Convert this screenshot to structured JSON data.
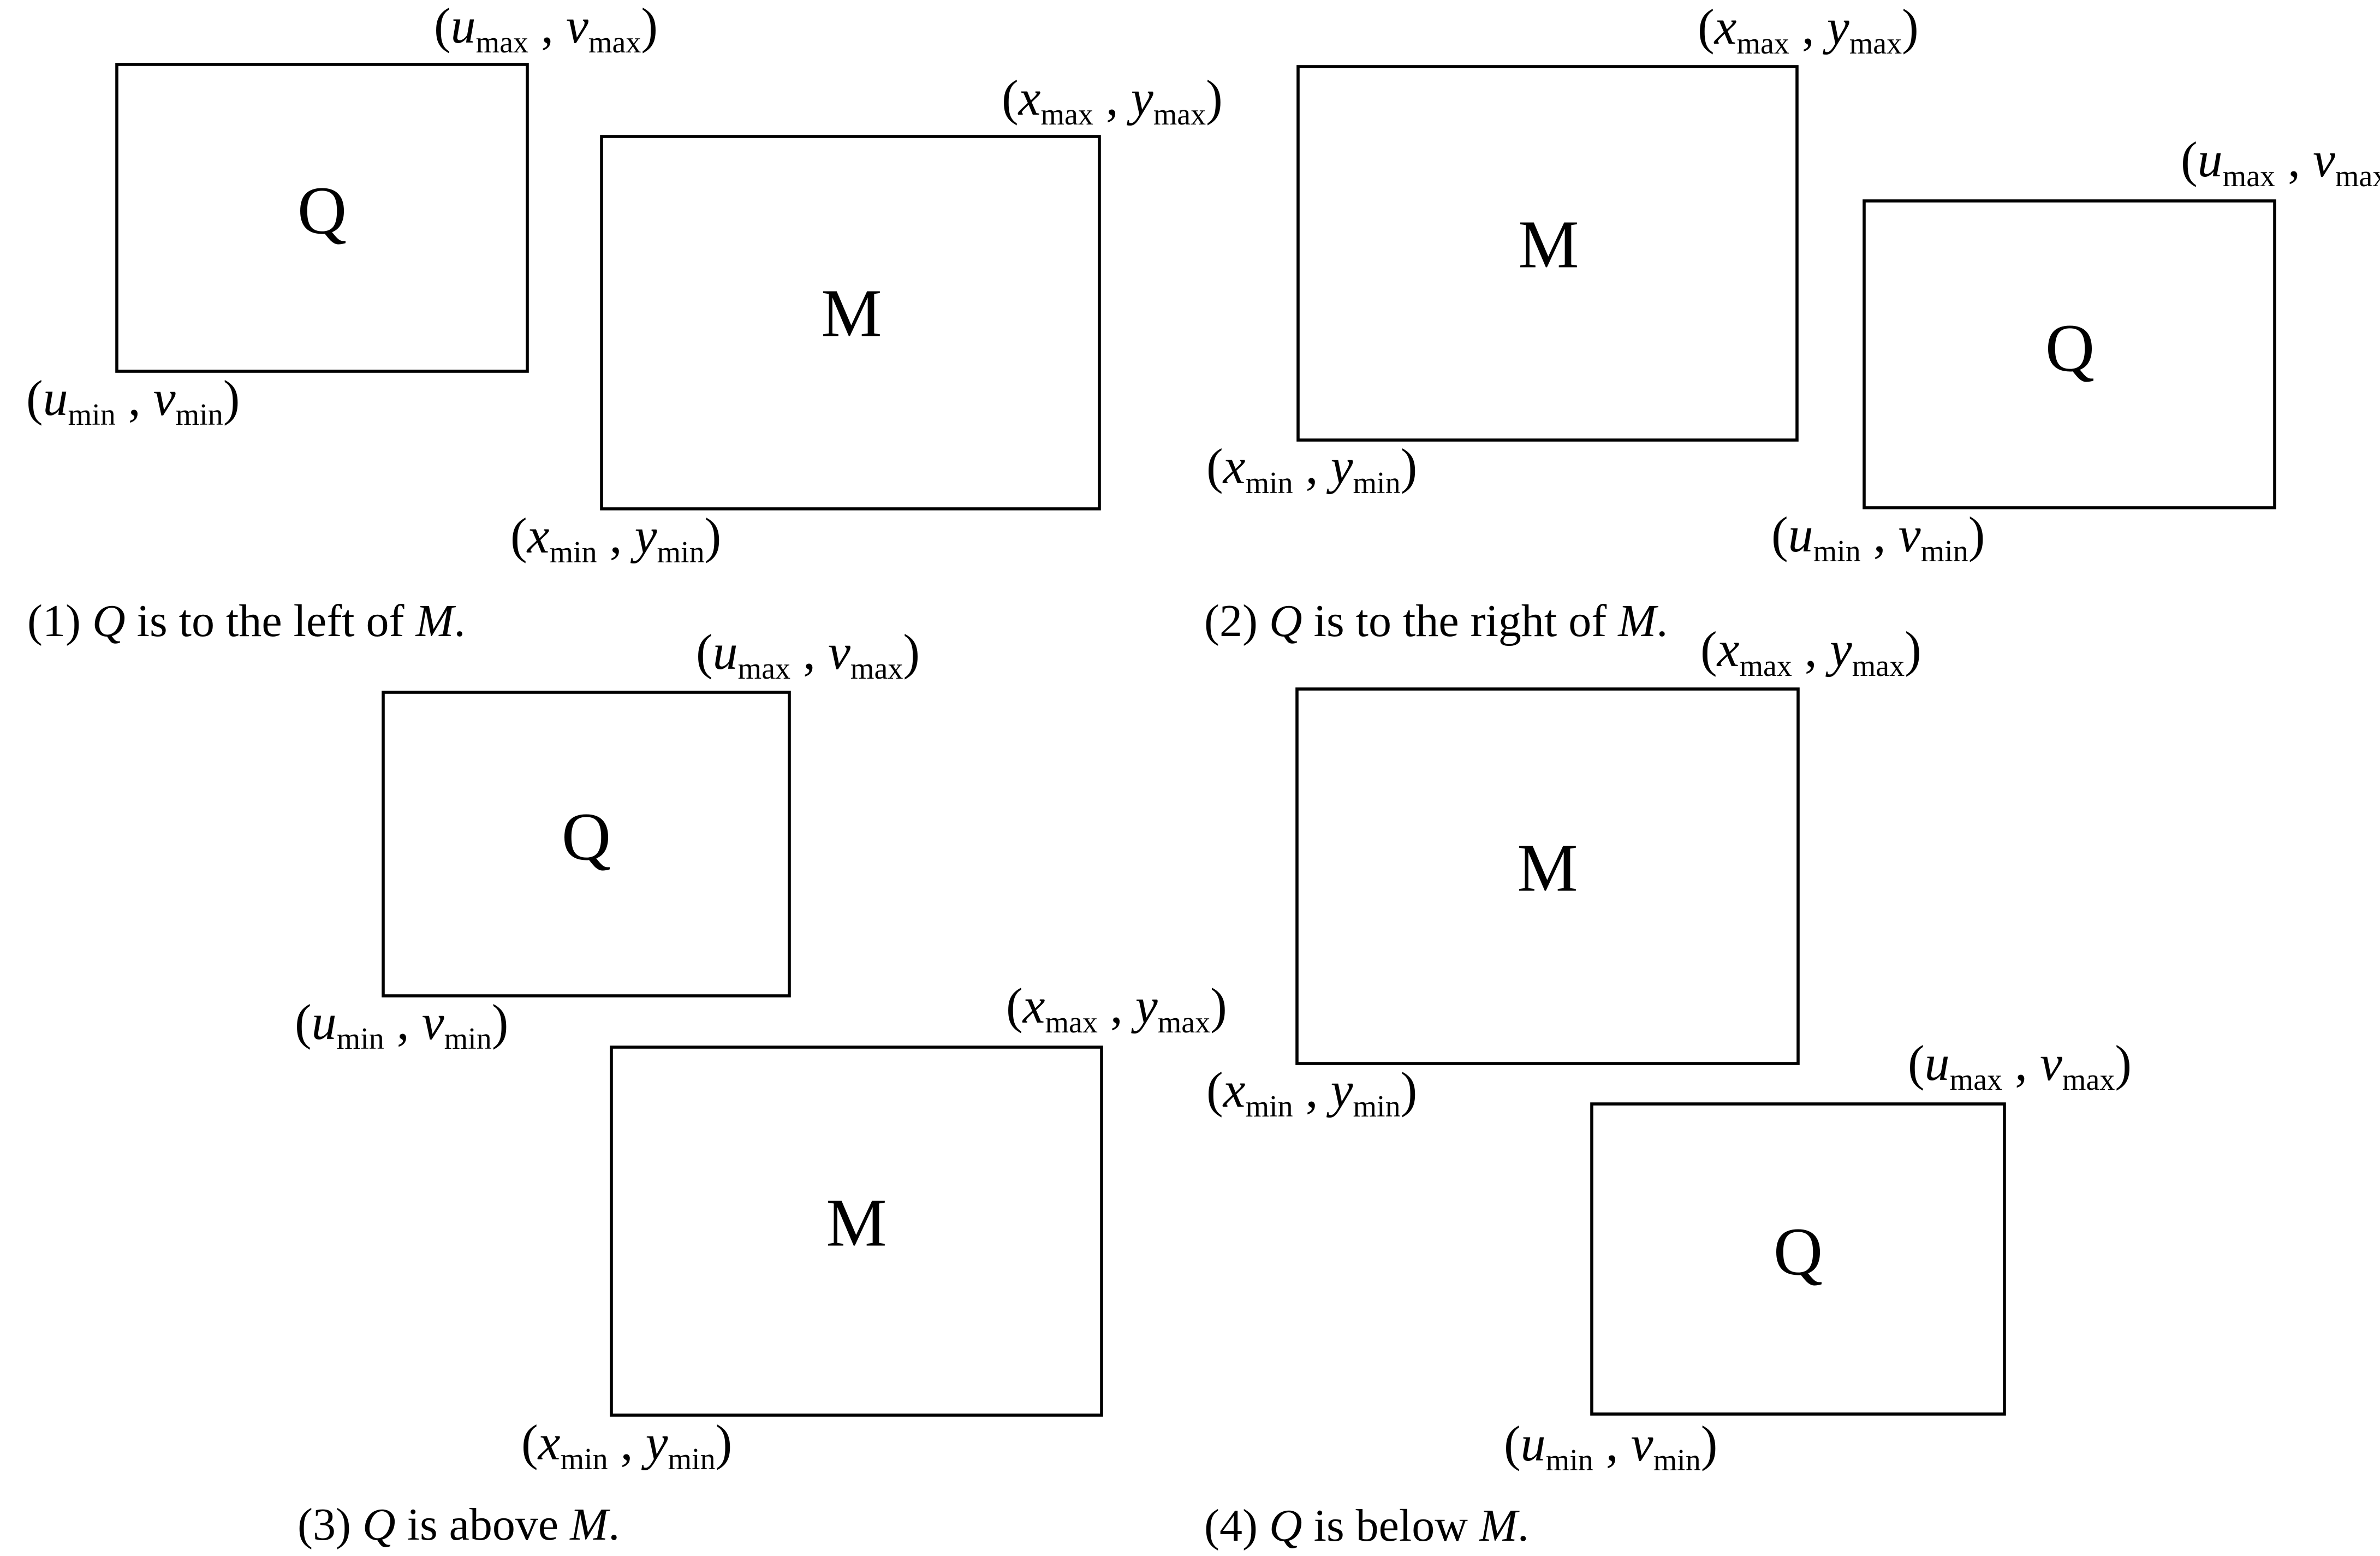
{
  "panels": [
    {
      "id": "left",
      "caption": {
        "prefix": "(1) ",
        "q": "Q",
        "middle": " is to the left of ",
        "m": "M",
        "suffix": "."
      },
      "rect_q": {
        "label": "Q",
        "max_corner": {
          "var1": "u",
          "sub1": "max",
          "var2": "v",
          "sub2": "max"
        },
        "min_corner": {
          "var1": "u",
          "sub1": "min",
          "var2": "v",
          "sub2": "min"
        }
      },
      "rect_m": {
        "label": "M",
        "max_corner": {
          "var1": "x",
          "sub1": "max",
          "var2": "y",
          "sub2": "max"
        },
        "min_corner": {
          "var1": "x",
          "sub1": "min",
          "var2": "y",
          "sub2": "min"
        }
      }
    },
    {
      "id": "right",
      "caption": {
        "prefix": "(2) ",
        "q": "Q",
        "middle": " is to the right of ",
        "m": "M",
        "suffix": "."
      },
      "rect_m": {
        "label": "M",
        "max_corner": {
          "var1": "x",
          "sub1": "max",
          "var2": "y",
          "sub2": "max"
        },
        "min_corner": {
          "var1": "x",
          "sub1": "min",
          "var2": "y",
          "sub2": "min"
        }
      },
      "rect_q": {
        "label": "Q",
        "max_corner": {
          "var1": "u",
          "sub1": "max",
          "var2": "v",
          "sub2": "max"
        },
        "min_corner": {
          "var1": "u",
          "sub1": "min",
          "var2": "v",
          "sub2": "min"
        }
      }
    },
    {
      "id": "above",
      "caption": {
        "prefix": "(3) ",
        "q": "Q",
        "middle": " is above ",
        "m": "M",
        "suffix": "."
      },
      "rect_q": {
        "label": "Q",
        "max_corner": {
          "var1": "u",
          "sub1": "max",
          "var2": "v",
          "sub2": "max"
        },
        "min_corner": {
          "var1": "u",
          "sub1": "min",
          "var2": "v",
          "sub2": "min"
        }
      },
      "rect_m": {
        "label": "M",
        "max_corner": {
          "var1": "x",
          "sub1": "max",
          "var2": "y",
          "sub2": "max"
        },
        "min_corner": {
          "var1": "x",
          "sub1": "min",
          "var2": "y",
          "sub2": "min"
        }
      }
    },
    {
      "id": "below",
      "caption": {
        "prefix": "(4) ",
        "q": "Q",
        "middle": " is below ",
        "m": "M",
        "suffix": "."
      },
      "rect_m": {
        "label": "M",
        "max_corner": {
          "var1": "x",
          "sub1": "max",
          "var2": "y",
          "sub2": "max"
        },
        "min_corner": {
          "var1": "x",
          "sub1": "min",
          "var2": "y",
          "sub2": "min"
        }
      },
      "rect_q": {
        "label": "Q",
        "max_corner": {
          "var1": "u",
          "sub1": "max",
          "var2": "v",
          "sub2": "max"
        },
        "min_corner": {
          "var1": "u",
          "sub1": "min",
          "var2": "v",
          "sub2": "min"
        }
      }
    }
  ]
}
